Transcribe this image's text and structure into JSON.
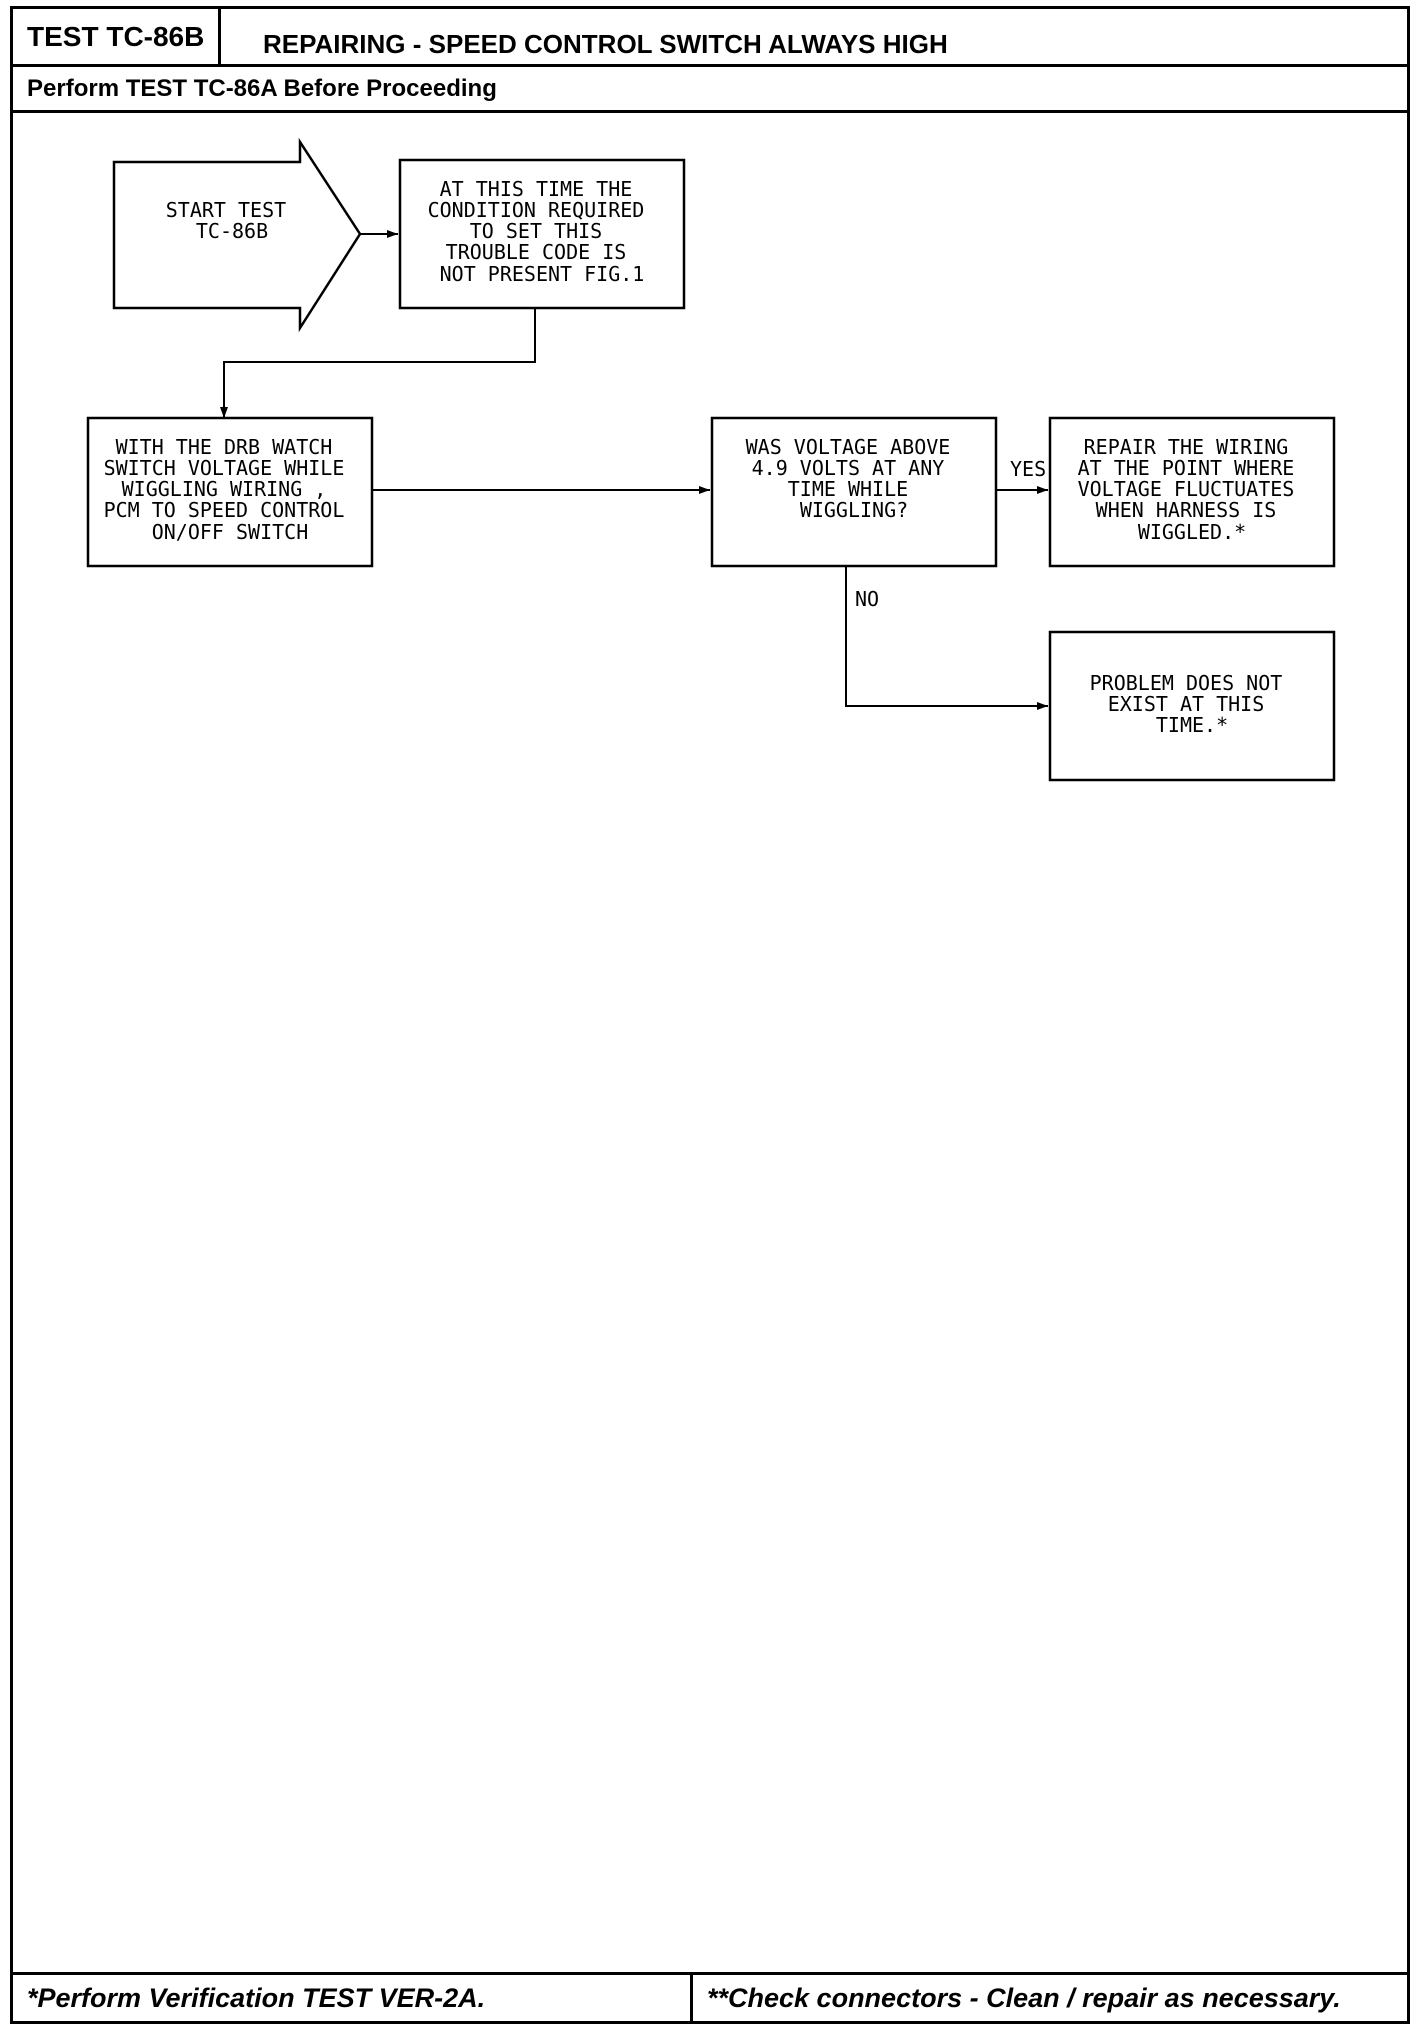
{
  "header": {
    "test_id": "TEST TC-86B",
    "title": "REPAIRING - SPEED CONTROL SWITCH ALWAYS HIGH",
    "subtitle": "Perform TEST TC-86A Before Proceeding"
  },
  "flowchart": {
    "start": [
      "START TEST",
      "TC-86B"
    ],
    "condition": [
      "AT THIS TIME THE",
      "CONDITION REQUIRED",
      "TO SET THIS",
      "TROUBLE CODE IS",
      "NOT PRESENT FIG.1"
    ],
    "watch": [
      "WITH THE DRB WATCH",
      "SWITCH VOLTAGE WHILE",
      "WIGGLING WIRING ,",
      "PCM TO SPEED CONTROL",
      "ON/OFF SWITCH"
    ],
    "question": [
      "WAS VOLTAGE ABOVE",
      "4.9 VOLTS AT ANY",
      "TIME WHILE",
      "WIGGLING?"
    ],
    "repair": [
      "REPAIR THE WIRING",
      "AT THE POINT WHERE",
      "VOLTAGE FLUCTUATES",
      "WHEN HARNESS IS",
      "WIGGLED.*"
    ],
    "no_problem": [
      "PROBLEM DOES NOT",
      "EXIST AT THIS",
      "TIME.*"
    ],
    "yes_label": "YES",
    "no_label": "NO"
  },
  "footer": {
    "left": "*Perform Verification TEST VER-2A.",
    "right": "**Check connectors - Clean / repair as necessary."
  }
}
